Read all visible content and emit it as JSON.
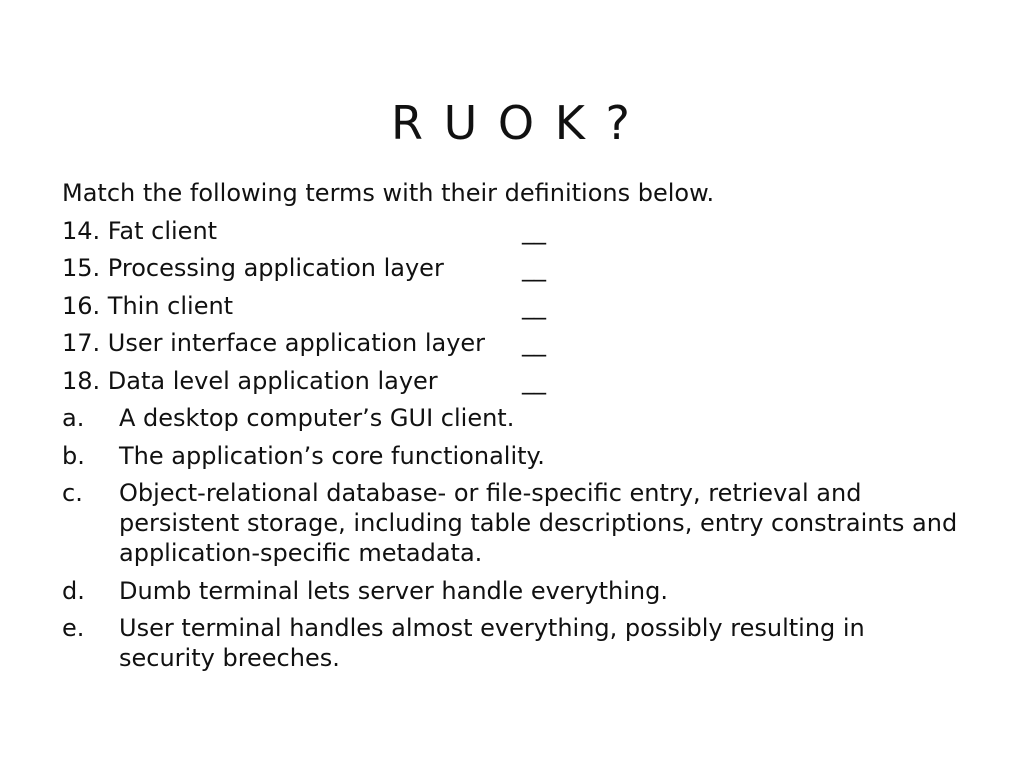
{
  "slide": {
    "title": "R U O K ?",
    "instruction": "Match the following terms with their definitions below.",
    "terms": [
      {
        "label": "14. Fat client",
        "blank": "__"
      },
      {
        "label": "15. Processing application layer",
        "blank": "__"
      },
      {
        "label": "16. Thin client",
        "blank": "__"
      },
      {
        "label": "17. User interface application layer",
        "blank": "__"
      },
      {
        "label": "18. Data level application layer",
        "blank": "__"
      }
    ],
    "definitions": [
      {
        "letter": "a.",
        "text": "A desktop computer’s GUI client."
      },
      {
        "letter": "b.",
        "text": "The application’s core functionality."
      },
      {
        "letter": "c.",
        "text": "Object-relational database- or file-specific entry, retrieval and persistent storage, including table descriptions, entry constraints and application-specific metadata."
      },
      {
        "letter": "d.",
        "text": "Dumb terminal lets server handle everything."
      },
      {
        "letter": "e.",
        "text": "User terminal handles almost everything, possibly resulting in security breeches."
      }
    ]
  }
}
